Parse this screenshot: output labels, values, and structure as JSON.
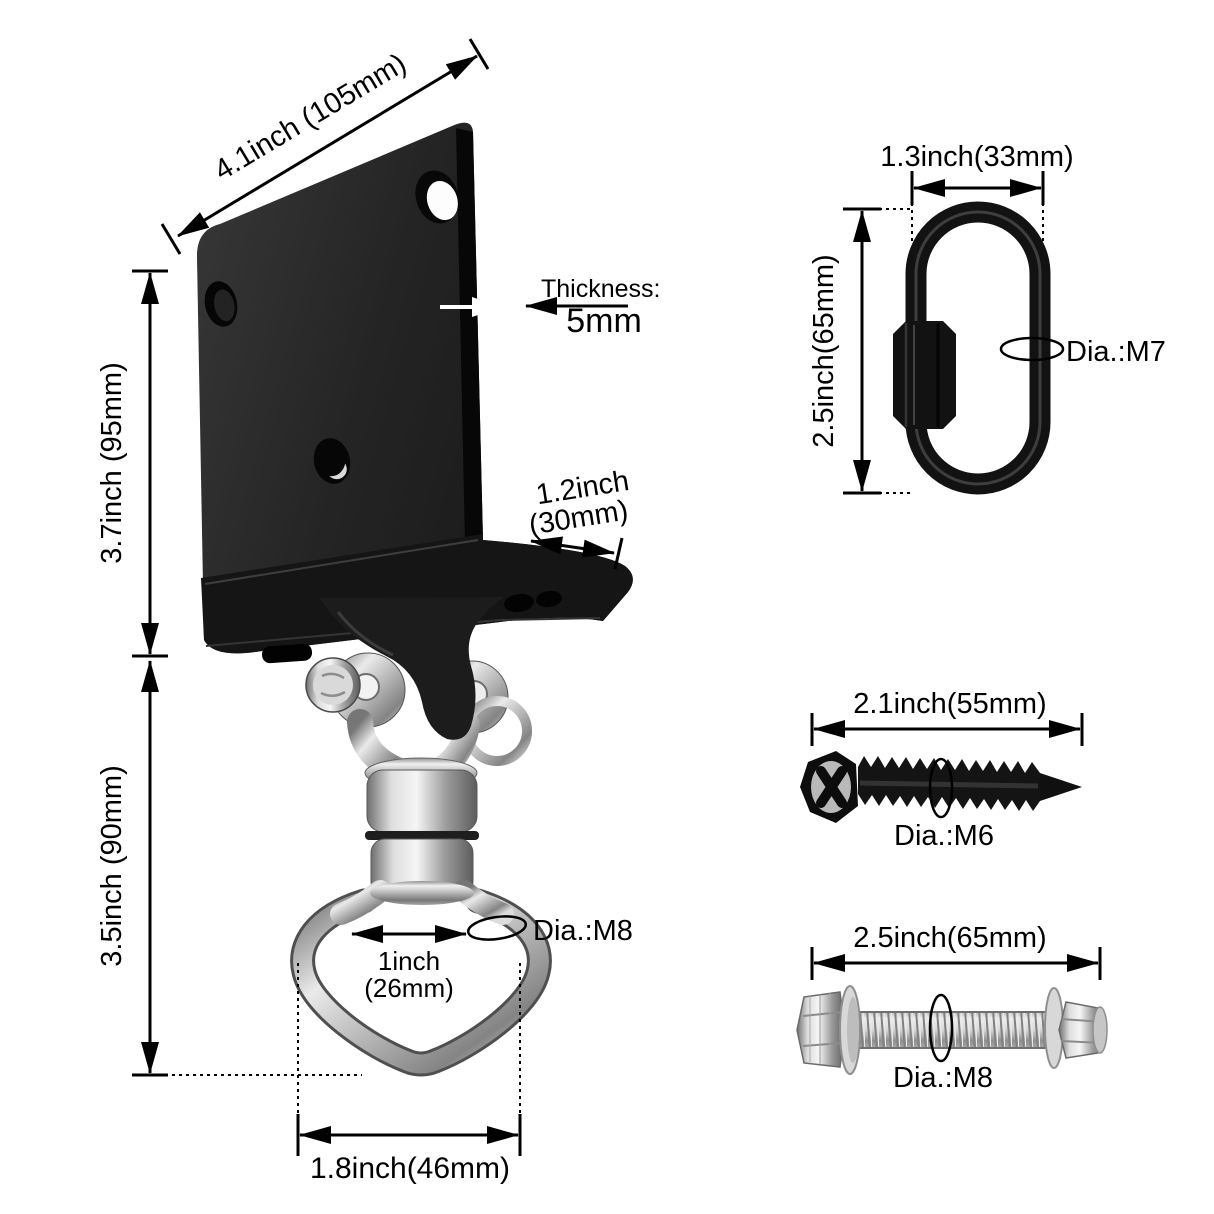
{
  "diagram_title": "swing hanger swivel mount dimension diagram",
  "bracket": {
    "width": "4.1inch (105mm)",
    "height": "3.7inch (95mm)",
    "thickness_label": "Thickness:",
    "thickness_value": "5mm",
    "flange_line1": "1.2inch",
    "flange_line2": "(30mm)"
  },
  "swivel": {
    "height": "3.5inch (90mm)",
    "dia": "Dia.:M8",
    "inner_line1": "1inch",
    "inner_line2": "(26mm)",
    "outer_width": "1.8inch(46mm)"
  },
  "quick_link": {
    "width": "1.3inch(33mm)",
    "height": "2.5inch(65mm)",
    "dia": "Dia.:M7"
  },
  "screw": {
    "length": "2.1inch(55mm)",
    "dia": "Dia.:M6"
  },
  "bolt": {
    "length": "2.5inch(65mm)",
    "dia": "Dia.:M8"
  },
  "colors": {
    "line": "#000000",
    "bracket_black": "#1c1c1c",
    "hardware_black": "#141414",
    "chrome_light": "#efefef",
    "chrome_dark": "#6f6f6f",
    "background": "#ffffff"
  }
}
